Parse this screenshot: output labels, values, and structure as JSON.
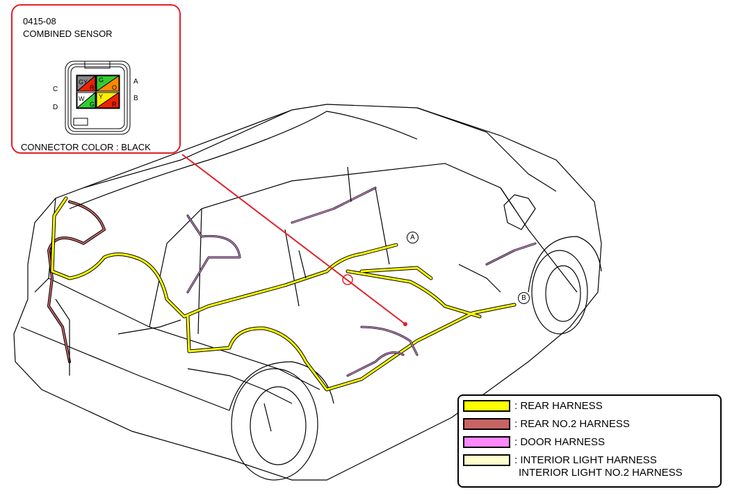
{
  "connector": {
    "code": "0415-08",
    "name": "COMBINED SENSOR",
    "color_label": "CONNECTOR COLOR : BLACK",
    "pin_letters": {
      "a": "A",
      "b": "B",
      "c": "C",
      "d": "D"
    },
    "pins": {
      "a_top": "G",
      "a_bottom": "O",
      "b_top": "Y",
      "b_bottom": "R",
      "c_top": "GY",
      "c_bottom": "R",
      "d_top": "W",
      "d_bottom": "G"
    }
  },
  "routes": {
    "a": "A",
    "b": "B"
  },
  "legend": {
    "items": [
      {
        "label": ": REAR HARNESS",
        "color": "#ffff00"
      },
      {
        "label": ": REAR NO.2 HARNESS",
        "color": "#c86464"
      },
      {
        "label": ": DOOR HARNESS",
        "color": "#ff88ff"
      },
      {
        "label": ": INTERIOR LIGHT HARNESS",
        "color": "#ffffcc"
      }
    ],
    "extra_line": "INTERIOR LIGHT NO.2 HARNESS"
  },
  "colors": {
    "rear": "#ffff00",
    "rear_no2": "#c86464",
    "door": "#cc88cc",
    "callout_line": "#e0202a",
    "pin_green": "#33cc33",
    "pin_orange": "#ff8800",
    "pin_yellow": "#ffee00",
    "pin_red": "#ee2200",
    "pin_gray": "#888888",
    "pin_white": "#ffffff"
  }
}
